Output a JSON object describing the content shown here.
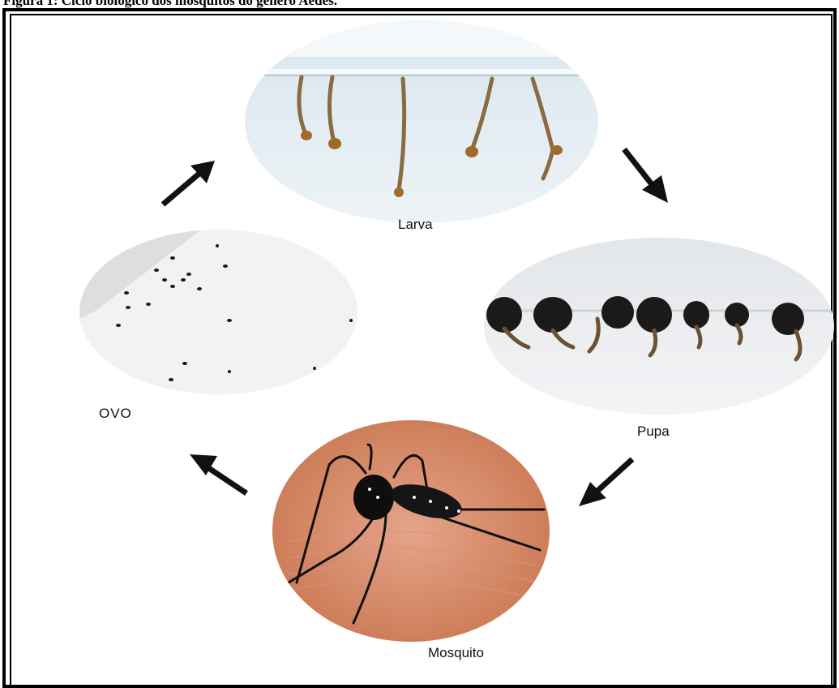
{
  "caption": "Figura 1: Ciclo biológico dos mosquitos do gênero Aedes.",
  "stages": {
    "larva": "Larva",
    "pupa": "Pupa",
    "mosquito": "Mosquito",
    "ovo": "OVO"
  },
  "arrow_color": "#111111",
  "arrows": [
    "arrow-icon",
    "arrow-icon",
    "arrow-icon",
    "arrow-icon"
  ]
}
